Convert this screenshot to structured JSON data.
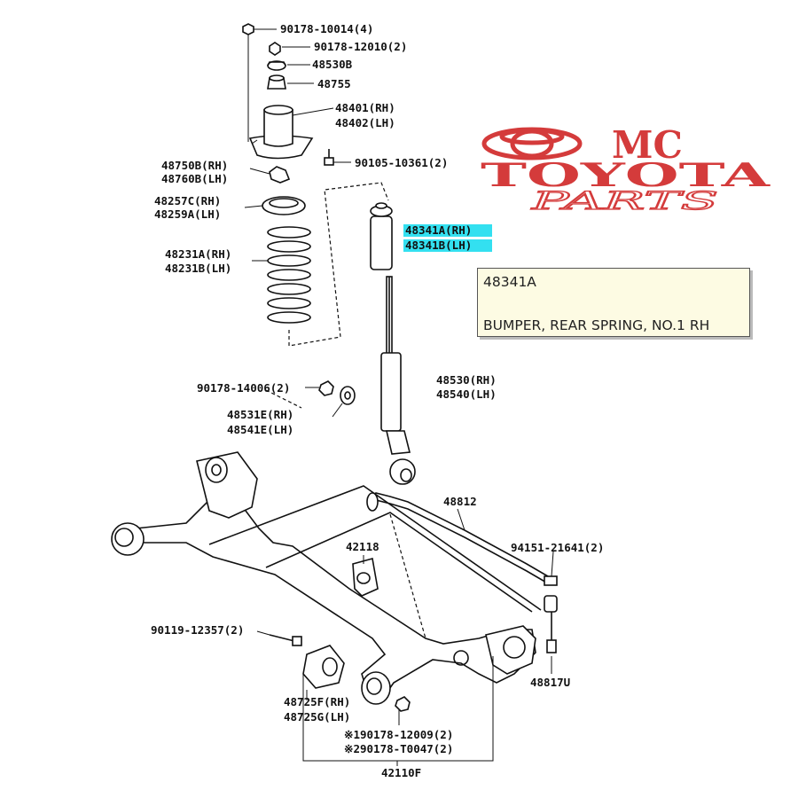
{
  "logo": {
    "top_line": "MC",
    "middle_line": "TOYOTA",
    "bottom_line": "PARTS",
    "color": "#d43b3b"
  },
  "tooltip": {
    "part_number": "48341A",
    "description": "BUMPER, REAR SPRING, NO.1 RH"
  },
  "highlight_color": "#33e0f0",
  "labels": {
    "l_90178_10014": "90178-10014(4)",
    "l_90178_12010": "90178-12010(2)",
    "l_48530b": "48530B",
    "l_48755": "48755",
    "l_48401": "48401(RH)",
    "l_48402": "48402(LH)",
    "l_90105": "90105-10361(2)",
    "l_48750b": "48750B(RH)",
    "l_48760b": "48760B(LH)",
    "l_48257c": "48257C(RH)",
    "l_48259a": "48259A(LH)",
    "l_48341a": "48341A(RH)",
    "l_48341b": "48341B(LH)",
    "l_48231a": "48231A(RH)",
    "l_48231b": "48231B(LH)",
    "l_48530": "48530(RH)",
    "l_48540": "48540(LH)",
    "l_90178_14006": "90178-14006(2)",
    "l_48531e": "48531E(RH)",
    "l_48541e": "48541E(LH)",
    "l_48812": "48812",
    "l_42118": "42118",
    "l_94151": "94151-21641(2)",
    "l_90119": "90119-12357(2)",
    "l_48817u": "48817U",
    "l_48725f": "48725F(RH)",
    "l_48725g": "48725G(LH)",
    "l_90178_12009": "※190178-12009(2)",
    "l_90178_t0047": "※290178-T0047(2)",
    "l_42110f": "42110F"
  }
}
